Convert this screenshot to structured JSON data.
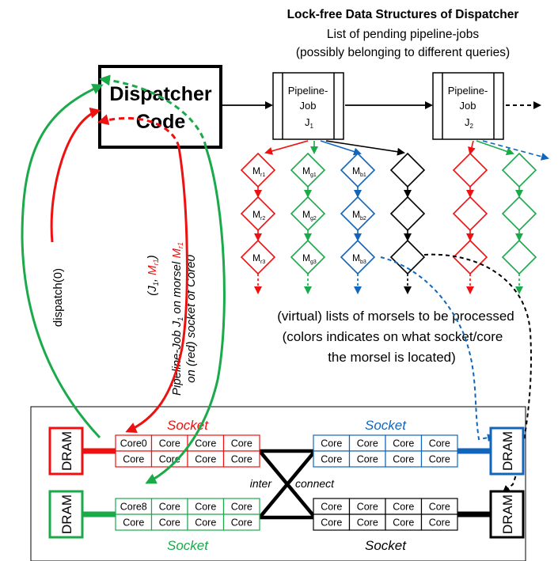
{
  "header": {
    "title": "Lock-free Data Structures of Dispatcher",
    "line1": "List of pending pipeline-jobs",
    "line2": "(possibly belonging to different queries)"
  },
  "dispatcher": {
    "line1": "Dispatcher",
    "line2": "Code"
  },
  "jobs": [
    {
      "l1": "Pipeline-",
      "l2": "Job",
      "l3": "J",
      "sub": "1"
    },
    {
      "l1": "Pipeline-",
      "l2": "Job",
      "l3": "J",
      "sub": "2"
    }
  ],
  "morsels": {
    "red": [
      {
        "m": "M",
        "s": "r1"
      },
      {
        "m": "M",
        "s": "r2"
      },
      {
        "m": "M",
        "s": "r3"
      }
    ],
    "green": [
      {
        "m": "M",
        "s": "g1"
      },
      {
        "m": "M",
        "s": "g2"
      },
      {
        "m": "M",
        "s": "g3"
      }
    ],
    "blue": [
      {
        "m": "M",
        "s": "b1"
      },
      {
        "m": "M",
        "s": "b2"
      },
      {
        "m": "M",
        "s": "b3"
      }
    ]
  },
  "notes": {
    "line1": "(virtual) lists of morsels to be processed",
    "line2": "(colors indicates on what socket/core",
    "line3": "the morsel is located)"
  },
  "labels": {
    "dispatch": "dispatch(0)",
    "tuple_open": "(J",
    "tuple_sub": "1",
    "tuple_comma": ", ",
    "tuple_m": "M",
    "tuple_msub": "r1",
    "tuple_close": ")",
    "pj_a": "Pipeline-Job J",
    "pj_sub": "1",
    "pj_b": " on morsel ",
    "pj_m": "M",
    "pj_msub": "r1",
    "pj_line2": "on (red) socket of Core0"
  },
  "sockets": {
    "red": {
      "label": "Socket",
      "cores": [
        "Core0",
        "Core",
        "Core",
        "Core",
        "Core",
        "Core",
        "Core",
        "Core"
      ]
    },
    "blue": {
      "label": "Socket",
      "cores": [
        "Core",
        "Core",
        "Core",
        "Core",
        "Core",
        "Core",
        "Core",
        "Core"
      ]
    },
    "green": {
      "label": "Socket",
      "cores": [
        "Core8",
        "Core",
        "Core",
        "Core",
        "Core",
        "Core",
        "Core",
        "Core"
      ]
    },
    "black": {
      "label": "Socket",
      "cores": [
        "Core",
        "Core",
        "Core",
        "Core",
        "Core",
        "Core",
        "Core",
        "Core"
      ]
    }
  },
  "dram": "DRAM",
  "interconnect": {
    "left": "inter",
    "right": "connect"
  },
  "colors": {
    "red": "#ee1111",
    "green": "#1aaa4a",
    "blue": "#1166bb",
    "black": "#000000"
  }
}
